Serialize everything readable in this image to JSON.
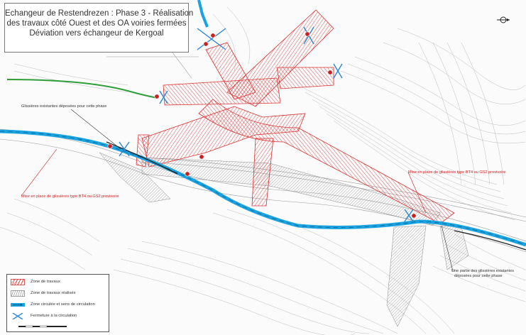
{
  "title": {
    "line1": "Echangeur de Restendrezen : Phase 3 - Réalisation",
    "line2": "des travaux côté Ouest et des OA voiries fermées",
    "line3": "Déviation vers échangeur de Kergoal"
  },
  "annotations": {
    "glissieres_deposees": "Glissières existantes déposées pour cette phase",
    "mise_en_place_left": "Mise en place de glissières type BT4 ou GS2 provisoire",
    "mise_en_place_right": "Mise en place de glissières type BT4 ou GS2 provisoire",
    "partie_glissieres_1": "Une partie des glissières existantes",
    "partie_glissieres_2": "déposées pour cette phase"
  },
  "legend": {
    "items": [
      {
        "label": "Zone de travaux",
        "symbol": "red-hatch-icon"
      },
      {
        "label": "Zone de travaux réalisés",
        "symbol": "grey-hatch-icon"
      },
      {
        "label": "Zone circulée et sens de circulation",
        "symbol": "blue-road-arrow-icon"
      },
      {
        "label": "Fermeture à la circulation",
        "symbol": "blue-cross-icon"
      }
    ]
  },
  "colors": {
    "works_red": "#d93030",
    "done_grey": "#8c8c8c",
    "traffic_blue": "#1aa3e0",
    "closure_blue": "#2a86d6",
    "green_road": "#2f9e3a",
    "annotation_red": "#d21818"
  },
  "icons": {
    "compass": "north-arrow-icon",
    "scale": "scale-bar-icon",
    "sign": "no-entry-sign-icon"
  }
}
